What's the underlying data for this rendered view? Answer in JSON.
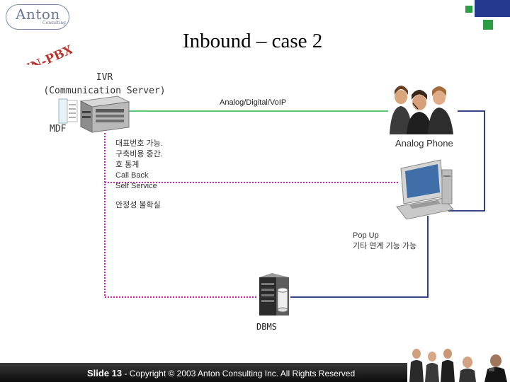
{
  "logo": {
    "name": "Anton",
    "sub": "Consulting"
  },
  "slide": {
    "title": "Inbound – case 2",
    "tag": "UN-PBX"
  },
  "nodes": {
    "ivr": {
      "line1": "IVR",
      "line2": "(Communication Server)"
    },
    "mdf": "MDF",
    "link": "Analog/Digital/VoIP",
    "phone": "Analog Phone",
    "dbms": "DBMS"
  },
  "features": [
    "대표번호 가능.",
    "구축비용 중간.",
    "호 통계",
    "Call Back",
    "Self Service"
  ],
  "stability": "안정성 불확실",
  "popup": [
    "Pop Up",
    "기타 연계 기능 가능"
  ],
  "footer": {
    "slide_label": "Slide 13",
    "copyright": " - Copyright © 2003 Anton Consulting Inc.  All Rights Reserved"
  },
  "colors": {
    "green_line": "#2fb34b",
    "navy_line": "#1c2a78",
    "magenta_dash": "#cc1fb4",
    "accent_blue": "#243a8e",
    "accent_green": "#2b9d43"
  },
  "icons": [
    "mdf-panel-icon",
    "server-icon",
    "agents-photo",
    "computer-icon",
    "database-server-icon",
    "business-people-photo"
  ]
}
